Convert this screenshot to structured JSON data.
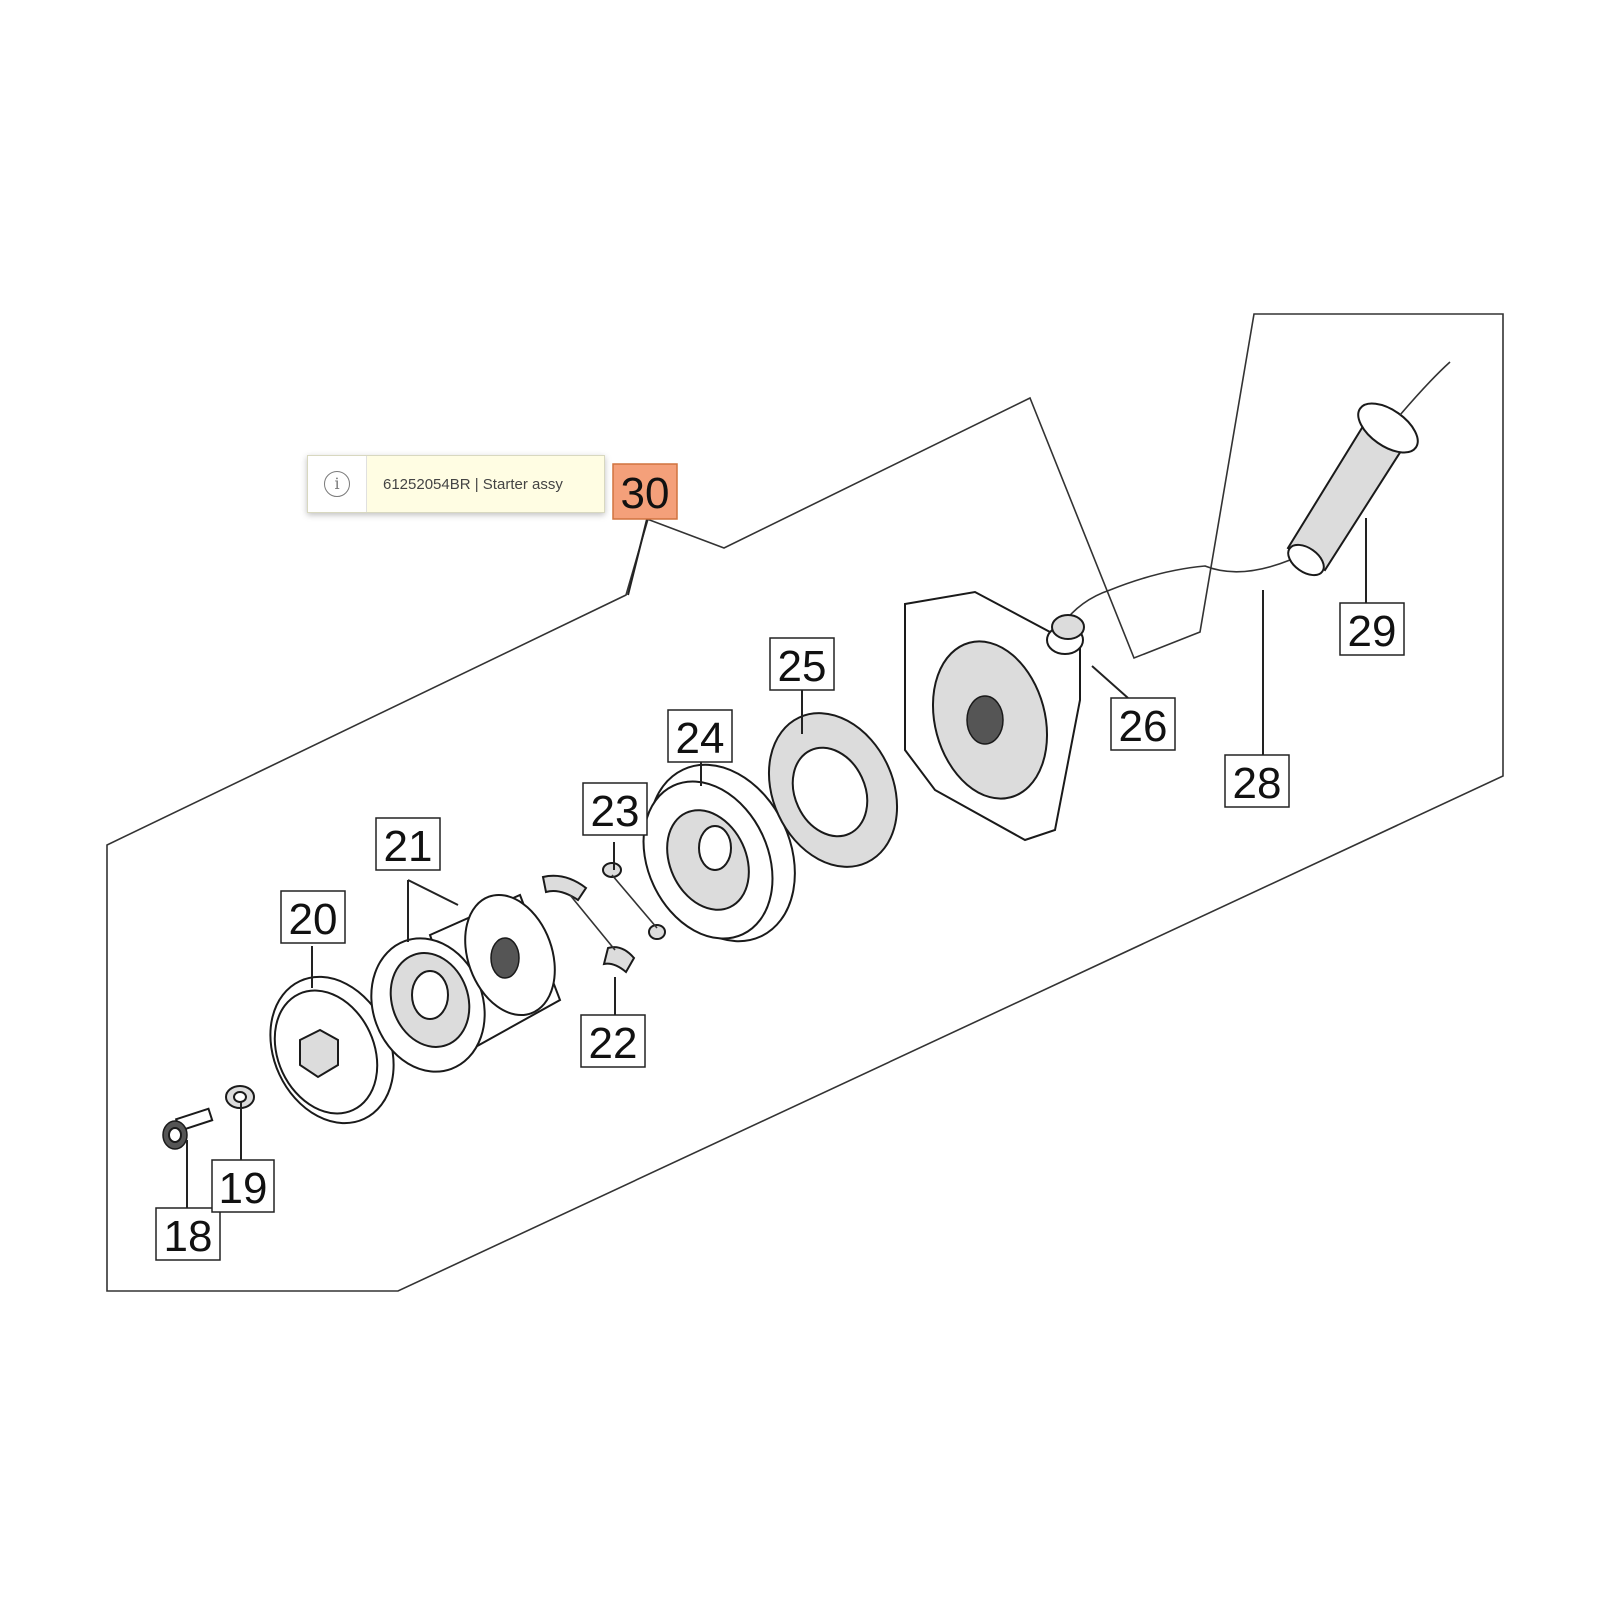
{
  "tooltip": {
    "icon": "info-icon",
    "text": "61252054BR | Starter assy"
  },
  "callouts": [
    {
      "id": "18",
      "label": "18"
    },
    {
      "id": "19",
      "label": "19"
    },
    {
      "id": "20",
      "label": "20"
    },
    {
      "id": "21",
      "label": "21"
    },
    {
      "id": "22",
      "label": "22"
    },
    {
      "id": "23",
      "label": "23"
    },
    {
      "id": "24",
      "label": "24"
    },
    {
      "id": "25",
      "label": "25"
    },
    {
      "id": "26",
      "label": "26"
    },
    {
      "id": "28",
      "label": "28"
    },
    {
      "id": "29",
      "label": "29"
    },
    {
      "id": "30",
      "label": "30",
      "highlighted": true
    }
  ],
  "colors": {
    "highlight": "#f4a07a",
    "tooltip_bg": "#fffde3"
  }
}
